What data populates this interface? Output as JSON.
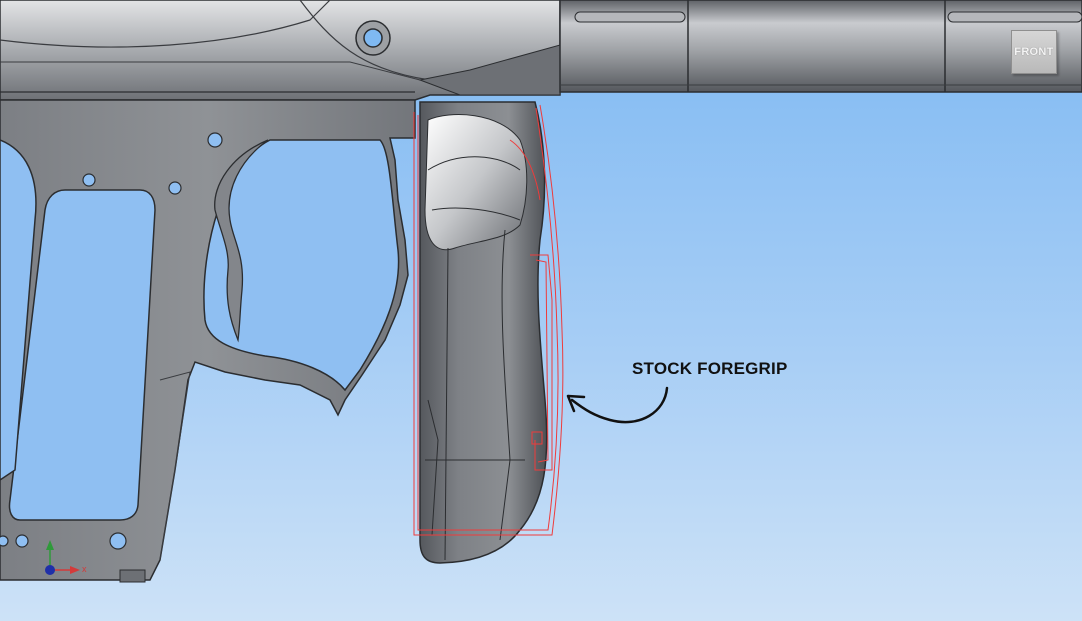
{
  "viewport": {
    "background_top": "#7fb9f2",
    "background_bottom": "#cde2f7"
  },
  "annotation": {
    "label": "STOCK FOREGRIP",
    "arrow_color": "#111111"
  },
  "view_cube": {
    "face_label": "FRONT"
  },
  "triad": {
    "x_label": "x",
    "x_color": "#d43a3a",
    "y_color": "#2f9a3a",
    "origin_color": "#1f2fa8"
  },
  "model": {
    "body_color": "#8a8d91",
    "outline_color": "#2b2d30",
    "overlay_color": "#ef3b3b"
  }
}
